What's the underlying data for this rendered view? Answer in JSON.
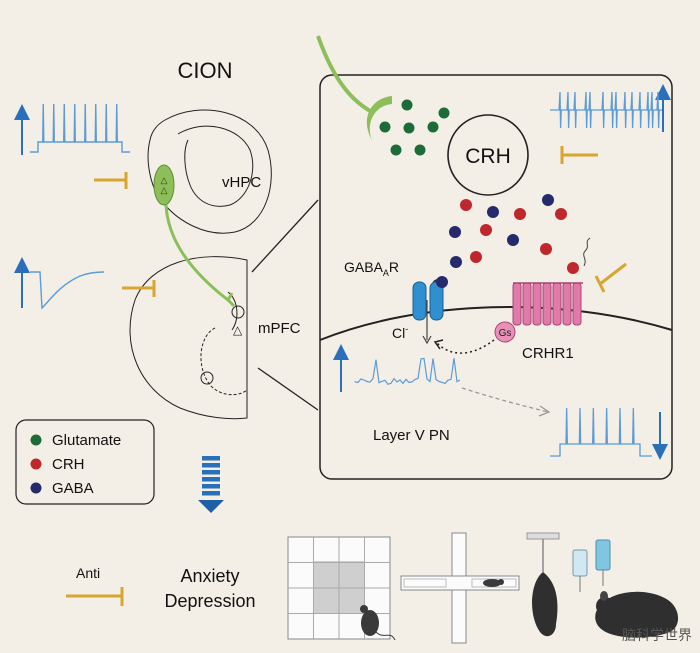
{
  "title": "CION",
  "regions": {
    "vhpc": "vHPC",
    "mpfc": "mPFC"
  },
  "cell": {
    "crh": "CRH",
    "gaba_a_r": "GABA",
    "gaba_a_sub": "A",
    "gaba_a_r_suffix": "R",
    "cl": "Cl",
    "cl_sup": "-",
    "gs": "Gs",
    "crhr1": "CRHR1",
    "layer": "Layer V PN"
  },
  "legend": {
    "items": [
      {
        "label": "Glutamate",
        "color": "#1e6b3a"
      },
      {
        "label": "CRH",
        "color": "#c0272d"
      },
      {
        "label": "GABA",
        "color": "#242a6b"
      }
    ]
  },
  "outcome": {
    "anti": "Anti",
    "line1": "Anxiety",
    "line2": "Depression"
  },
  "watermark": "脑科学世界",
  "colors": {
    "background": "#f4efe6",
    "neuron": "#8cbf5a",
    "inhibit": "#d9a531",
    "trace": "#5b9bd8",
    "receptor_gaba": "#2f8fcf",
    "receptor_crh": "#e07aa8",
    "gs": "#e890b8"
  }
}
